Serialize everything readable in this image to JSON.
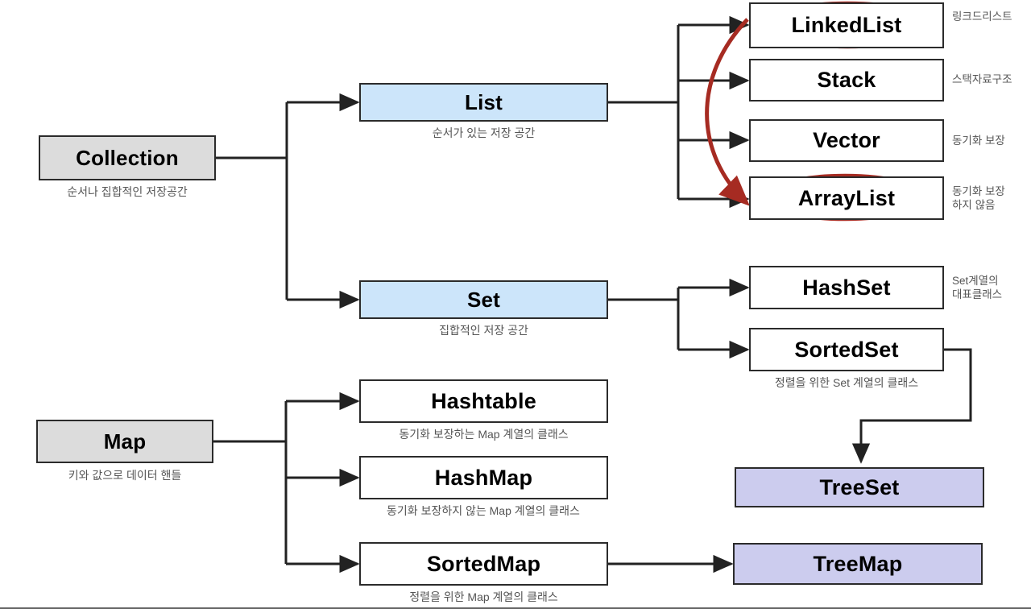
{
  "diagram": {
    "title": "Java Collection / Map hierarchy",
    "colors": {
      "root_fill": "#dcdcdc",
      "mid_fill": "#cce5fa",
      "leaf_fill": "#ffffff",
      "tree_fill": "#ccccee",
      "border": "#2b2b2b",
      "wire": "#222222",
      "highlight": "#a62b22",
      "caption_text": "#555555"
    },
    "nodes": {
      "collection": {
        "label": "Collection",
        "caption": "순서나 집합적인 저장공간"
      },
      "list": {
        "label": "List",
        "caption": "순서가 있는 저장 공간"
      },
      "set": {
        "label": "Set",
        "caption": "집합적인 저장 공간"
      },
      "map": {
        "label": "Map",
        "caption": "키와 값으로 데이터 핸들"
      },
      "linkedlist": {
        "label": "LinkedList",
        "note": "링크드리스트"
      },
      "stack": {
        "label": "Stack",
        "note": "스택자료구조"
      },
      "vector": {
        "label": "Vector",
        "note": "동기화 보장"
      },
      "arraylist": {
        "label": "ArrayList",
        "note": "동기화 보장\n하지 않음"
      },
      "hashset": {
        "label": "HashSet",
        "note": "Set계열의\n대표클래스"
      },
      "sortedset": {
        "label": "SortedSet",
        "caption": "정렬을 위한 Set 계열의 클래스"
      },
      "hashtable": {
        "label": "Hashtable",
        "caption": "동기화 보장하는 Map 계열의 클래스"
      },
      "hashmap": {
        "label": "HashMap",
        "caption": "동기화 보장하지 않는 Map 계열의 클래스"
      },
      "sortedmap": {
        "label": "SortedMap",
        "caption": "정렬을 위한 Map 계열의 클래스"
      },
      "treeset": {
        "label": "TreeSet"
      },
      "treemap": {
        "label": "TreeMap"
      }
    },
    "highlights": [
      {
        "target": "linkedlist",
        "shape": "ellipse"
      },
      {
        "target": "arraylist",
        "shape": "ellipse"
      },
      {
        "from": "linkedlist",
        "to": "arraylist",
        "shape": "curved-arrow"
      }
    ]
  }
}
